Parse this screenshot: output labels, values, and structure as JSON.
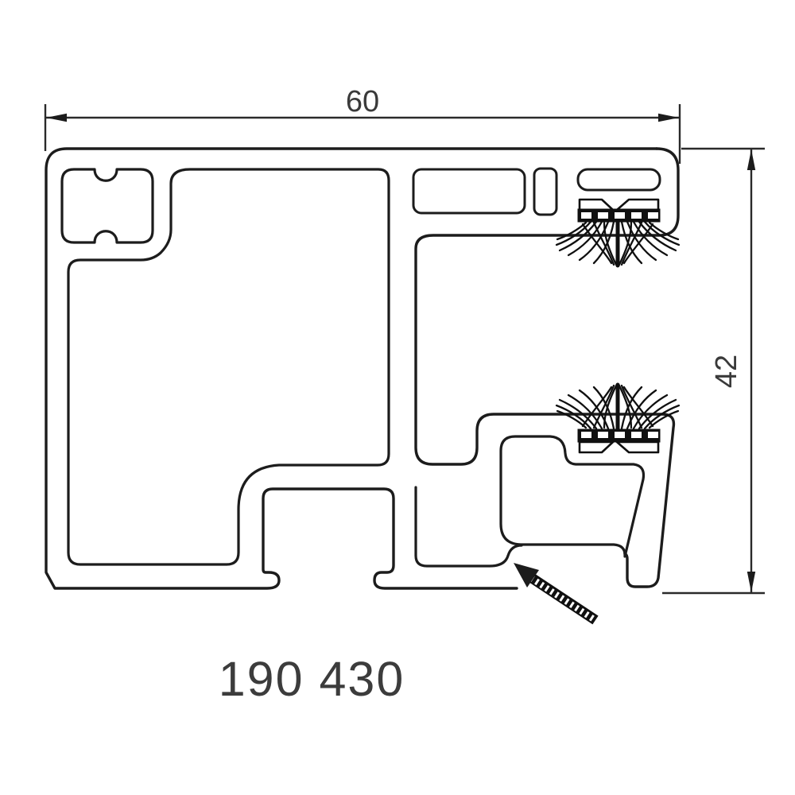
{
  "part_number": "190 430",
  "dimensions": {
    "width_label": "60",
    "height_label": "42"
  },
  "colors": {
    "line": "#1c1c1c",
    "dimension_line": "#2a2a2a",
    "text": "#3a3a3a",
    "background": "#ffffff",
    "brush": "#101010"
  },
  "symbols": {
    "top_seal": "brush-seal-icon",
    "bottom_seal": "brush-seal-icon",
    "fastener_hint": "screw-arrow-icon"
  }
}
